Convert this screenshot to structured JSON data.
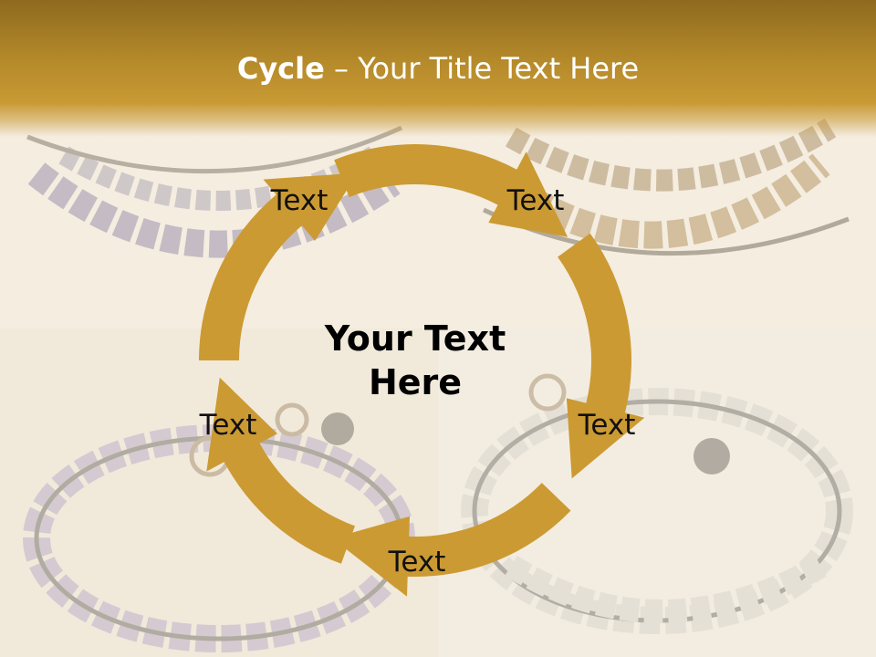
{
  "slide": {
    "title_bold": "Cycle",
    "title_rest": " – Your Title Text Here"
  },
  "center": {
    "line1": "Your Text",
    "line2": "Here"
  },
  "steps": [
    {
      "label": "Text"
    },
    {
      "label": "Text"
    },
    {
      "label": "Text"
    },
    {
      "label": "Text"
    },
    {
      "label": "Text"
    }
  ],
  "colors": {
    "title_band": "#b58a2a",
    "arrow": "#cc9a33",
    "title_text": "#ffffff",
    "background": "#f4eee1"
  },
  "background_image": "faded photo of beaded wrap bracelets (purple, bronze, clear crystal)"
}
